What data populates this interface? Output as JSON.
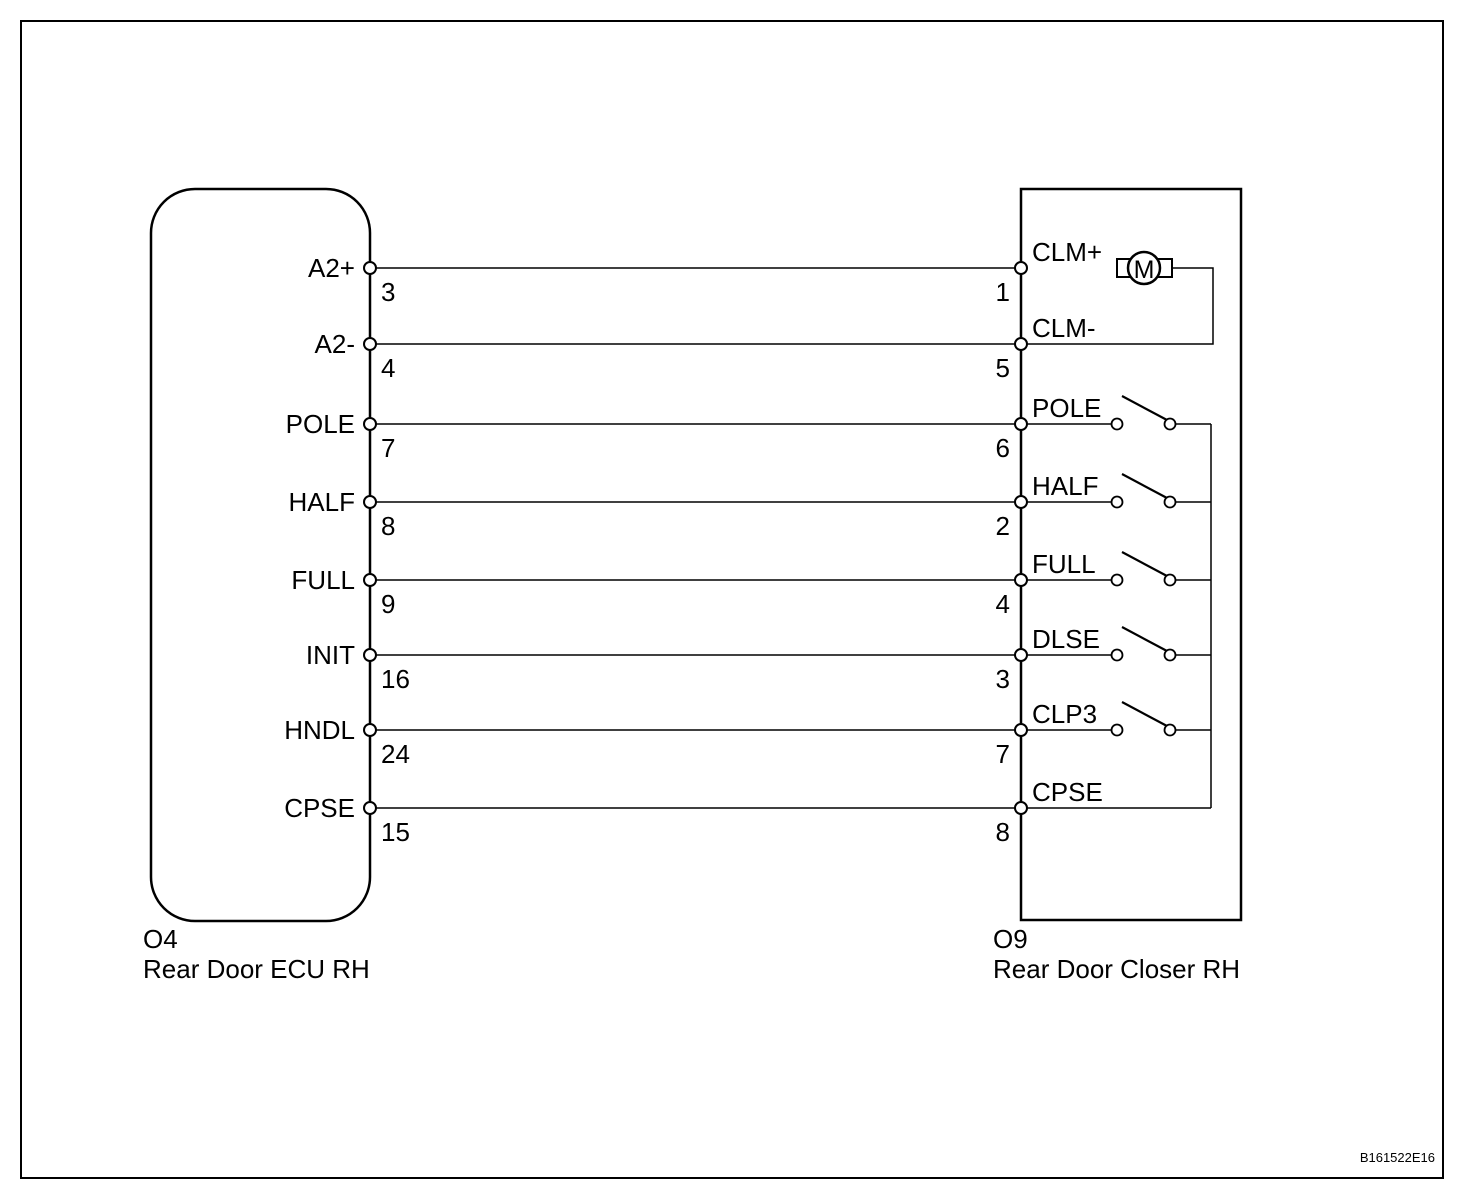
{
  "figure_id": "B161522E16",
  "ecu": {
    "code": "O4",
    "name": "Rear Door ECU RH",
    "pins": [
      {
        "signal": "A2+",
        "num": "3"
      },
      {
        "signal": "A2-",
        "num": "4"
      },
      {
        "signal": "POLE",
        "num": "7"
      },
      {
        "signal": "HALF",
        "num": "8"
      },
      {
        "signal": "FULL",
        "num": "9"
      },
      {
        "signal": "INIT",
        "num": "16"
      },
      {
        "signal": "HNDL",
        "num": "24"
      },
      {
        "signal": "CPSE",
        "num": "15"
      }
    ]
  },
  "closer": {
    "code": "O9",
    "name": "Rear Door Closer RH",
    "motor_symbol": "M",
    "pins": [
      {
        "signal": "CLM+",
        "num": "1",
        "device": "motor"
      },
      {
        "signal": "CLM-",
        "num": "5",
        "device": "motor"
      },
      {
        "signal": "POLE",
        "num": "6",
        "device": "switch"
      },
      {
        "signal": "HALF",
        "num": "2",
        "device": "switch"
      },
      {
        "signal": "FULL",
        "num": "4",
        "device": "switch"
      },
      {
        "signal": "DLSE",
        "num": "3",
        "device": "switch"
      },
      {
        "signal": "CLP3",
        "num": "7",
        "device": "switch"
      },
      {
        "signal": "CPSE",
        "num": "8",
        "device": "ground"
      }
    ]
  }
}
